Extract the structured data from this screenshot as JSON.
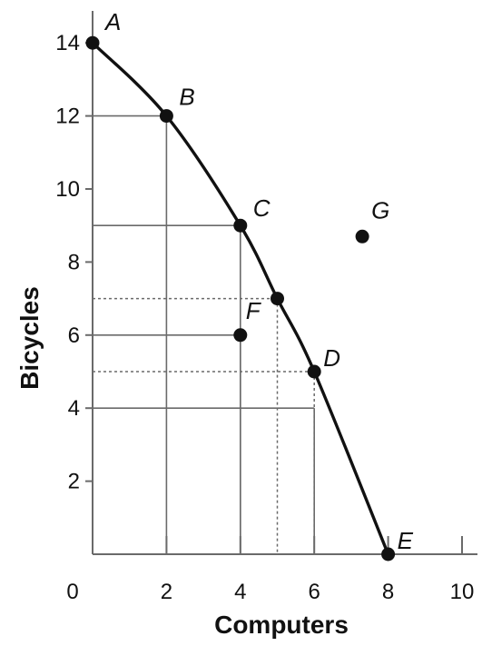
{
  "chart_data": {
    "type": "line",
    "xlabel": "Computers",
    "ylabel": "Bicycles",
    "xlim": [
      0,
      10
    ],
    "ylim": [
      0,
      15
    ],
    "x_ticks": [
      0,
      2,
      4,
      6,
      8,
      10
    ],
    "y_ticks": [
      2,
      4,
      6,
      8,
      10,
      12,
      14
    ],
    "grid": false,
    "series": [
      {
        "kind": "frontier-curve",
        "points": [
          {
            "x": 0,
            "y": 14
          },
          {
            "x": 2,
            "y": 12
          },
          {
            "x": 4,
            "y": 9
          },
          {
            "x": 5,
            "y": 7
          },
          {
            "x": 6,
            "y": 5
          },
          {
            "x": 8,
            "y": 0
          }
        ]
      }
    ],
    "points": [
      {
        "label": "A",
        "x": 0,
        "y": 14
      },
      {
        "label": "B",
        "x": 2,
        "y": 12
      },
      {
        "label": "C",
        "x": 4,
        "y": 9
      },
      {
        "label": "",
        "x": 5,
        "y": 7
      },
      {
        "label": "D",
        "x": 6,
        "y": 5
      },
      {
        "label": "E",
        "x": 8,
        "y": 0
      },
      {
        "label": "F",
        "x": 4,
        "y": 6
      },
      {
        "label": "G",
        "x": 7.3,
        "y": 8.7
      }
    ],
    "guides": {
      "solid": [
        {
          "x": 2,
          "y": 12
        },
        {
          "x": 4,
          "y": 9
        },
        {
          "x": 4,
          "y": 6
        },
        {
          "x": 6,
          "y": 4
        }
      ],
      "dashed": [
        {
          "x": 5,
          "y": 7
        },
        {
          "x": 6,
          "y": 5
        }
      ]
    },
    "colors": {
      "ink": "#111111",
      "guide": "#6a6a6a",
      "background": "#ffffff"
    }
  }
}
